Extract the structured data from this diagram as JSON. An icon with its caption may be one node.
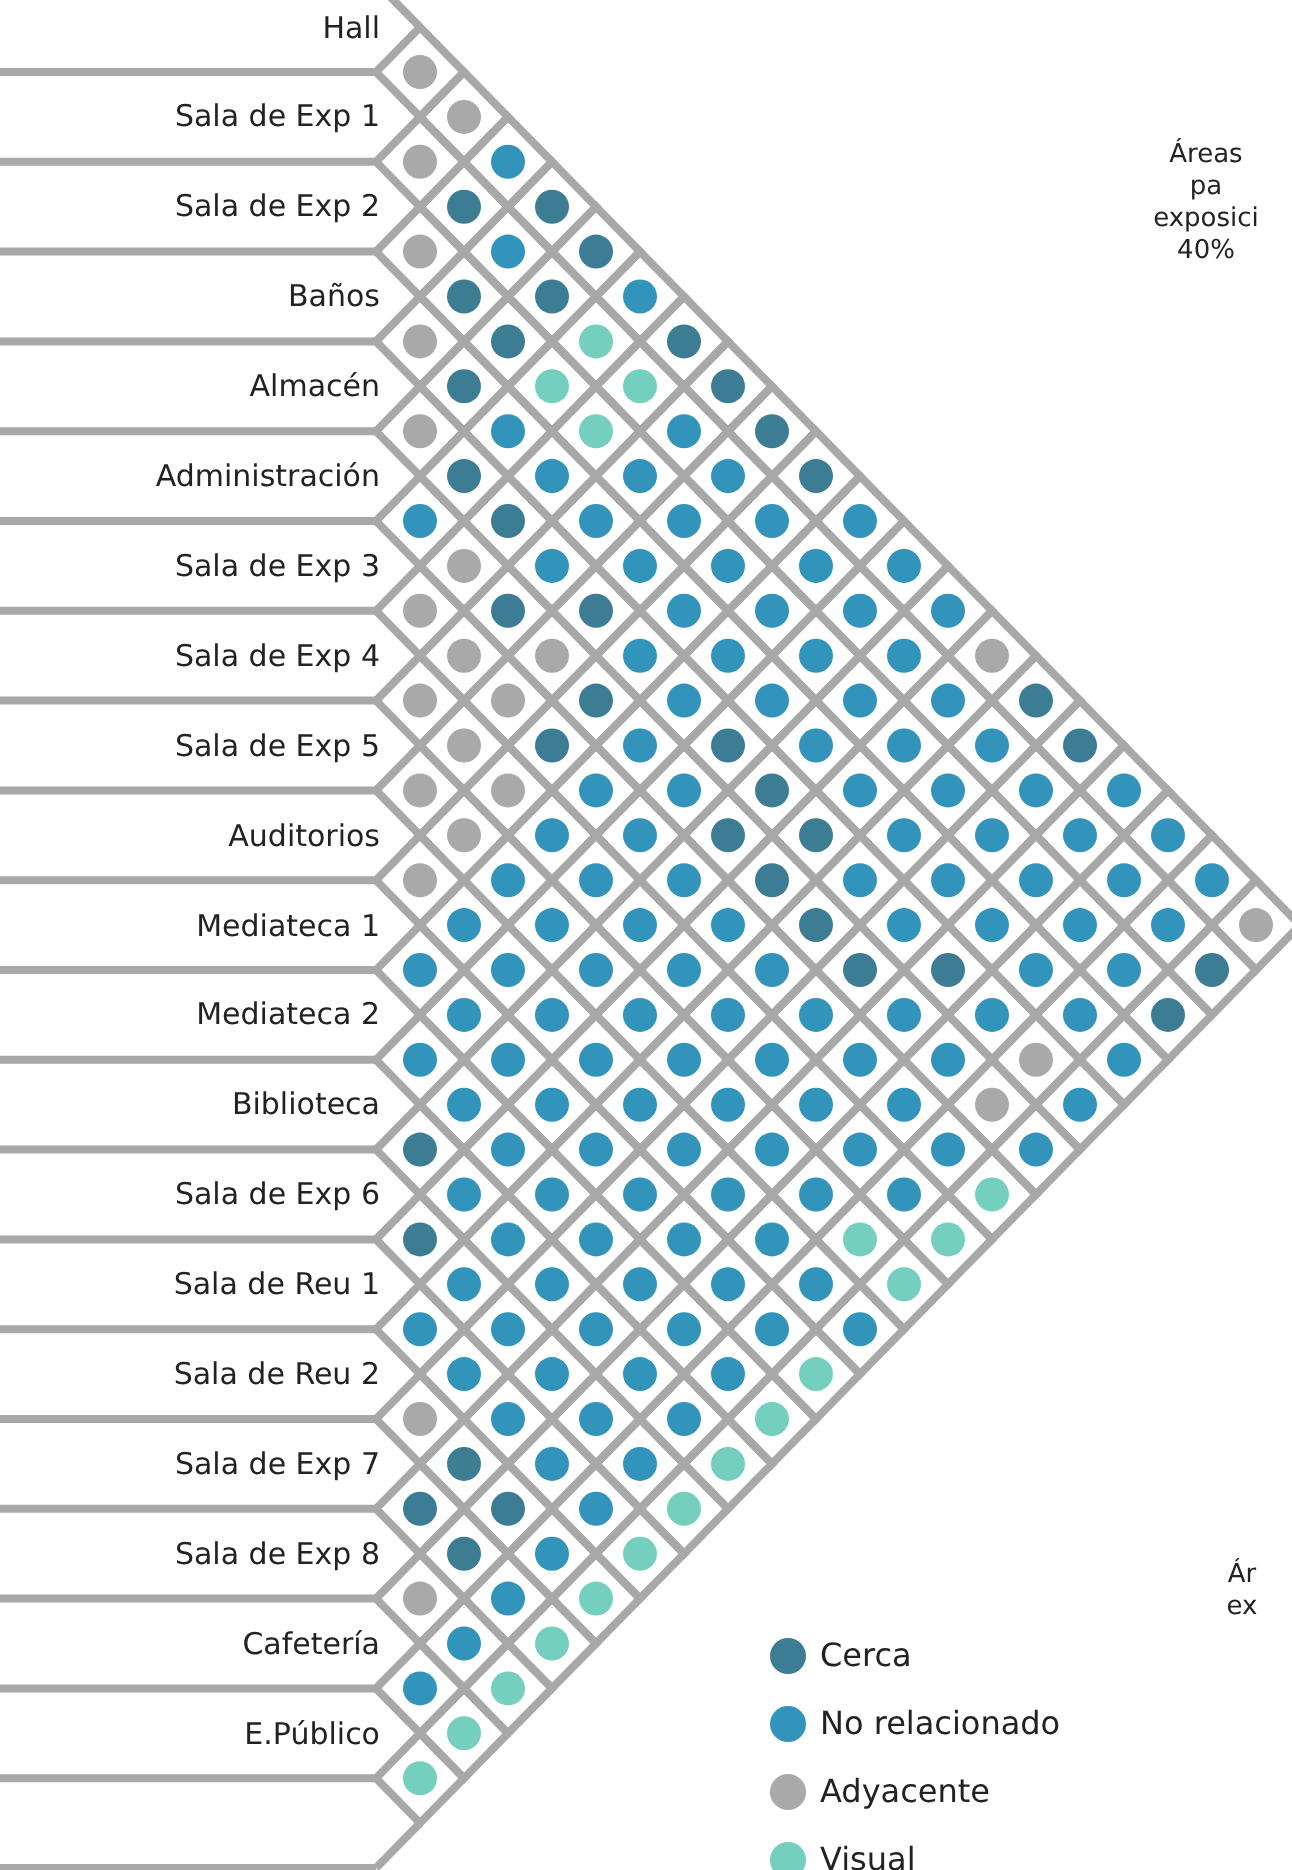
{
  "diagram": {
    "labels": [
      "Hall",
      "Sala de Exp 1",
      "Sala de Exp 2",
      "Baños",
      "Almacén",
      "Administración",
      "Sala de Exp 3",
      "Sala de Exp 4",
      "Sala de Exp 5",
      "Auditorios",
      "Mediateca 1",
      "Mediateca 2",
      "Biblioteca",
      "Sala de Exp 6",
      "Sala de Reu 1",
      "Sala de Reu 2",
      "Sala de Exp 7",
      "Sala de Exp 8",
      "Cafetería",
      "E.Público",
      "Áreas pa exposici 40%",
      "Ár ex"
    ],
    "legend": [
      {
        "text": "Cerca",
        "color": "#3d7d93"
      },
      {
        "text": "No relacionado",
        "color": "#3293bb"
      },
      {
        "text": "Adyacente",
        "color": "#a9a9a9"
      },
      {
        "text": "Visual",
        "color": "#74cfbf"
      }
    ]
  }
}
